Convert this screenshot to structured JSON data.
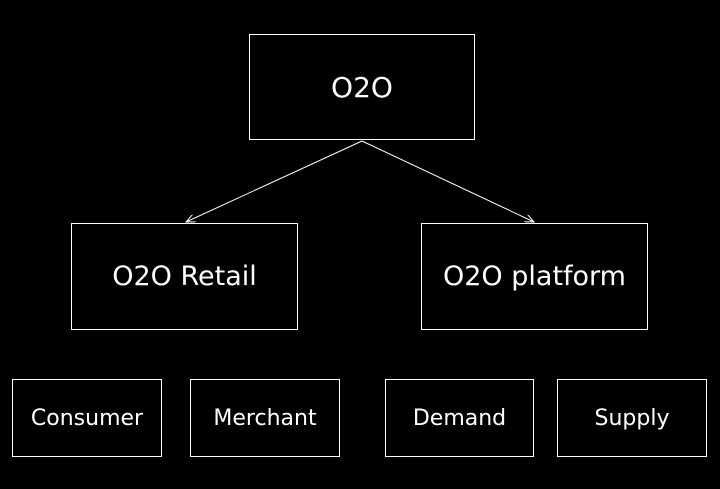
{
  "diagram": {
    "root": {
      "label": "O2O"
    },
    "level2": [
      {
        "label": "O2O Retail"
      },
      {
        "label": "O2O platform"
      }
    ],
    "level3": [
      {
        "label": "Consumer"
      },
      {
        "label": "Merchant"
      },
      {
        "label": "Demand"
      },
      {
        "label": "Supply"
      }
    ]
  },
  "colors": {
    "background": "#000000",
    "stroke": "#ffffff",
    "text": "#ffffff"
  }
}
